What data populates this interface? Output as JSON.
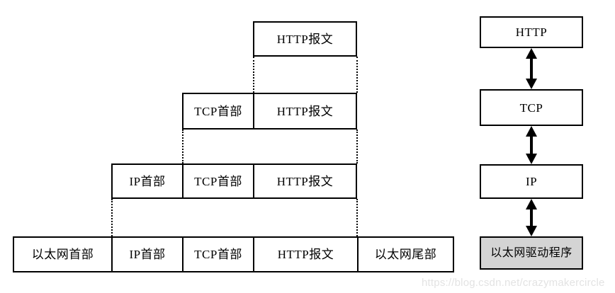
{
  "diagram": {
    "title": "TCP/IP encapsulation and protocol stack",
    "colors": {
      "line": "#000000",
      "box_fill": "#ffffff",
      "shaded_fill": "#d4d4d4",
      "watermark": "#e3e3e3"
    },
    "encapsulation": {
      "rows": [
        {
          "name": "application-layer-row",
          "cells": [
            {
              "label": "HTTP报文",
              "name": "http-message-cell"
            }
          ]
        },
        {
          "name": "transport-layer-row",
          "cells": [
            {
              "label": "TCP首部",
              "name": "tcp-header-cell"
            },
            {
              "label": "HTTP报文",
              "name": "http-message-cell"
            }
          ]
        },
        {
          "name": "network-layer-row",
          "cells": [
            {
              "label": "IP首部",
              "name": "ip-header-cell"
            },
            {
              "label": "TCP首部",
              "name": "tcp-header-cell"
            },
            {
              "label": "HTTP报文",
              "name": "http-message-cell"
            }
          ]
        },
        {
          "name": "link-layer-row",
          "cells": [
            {
              "label": "以太网首部",
              "name": "ethernet-header-cell"
            },
            {
              "label": "IP首部",
              "name": "ip-header-cell"
            },
            {
              "label": "TCP首部",
              "name": "tcp-header-cell"
            },
            {
              "label": "HTTP报文",
              "name": "http-message-cell"
            },
            {
              "label": "以太网尾部",
              "name": "ethernet-trailer-cell"
            }
          ]
        }
      ]
    },
    "stack": {
      "layers": [
        {
          "label": "HTTP",
          "name": "stack-layer-http",
          "shaded": false
        },
        {
          "label": "TCP",
          "name": "stack-layer-tcp",
          "shaded": false
        },
        {
          "label": "IP",
          "name": "stack-layer-ip",
          "shaded": false
        },
        {
          "label": "以太网驱动程序",
          "name": "stack-layer-ethernet-driver",
          "shaded": true
        }
      ],
      "connectors": [
        {
          "name": "arrow-http-tcp",
          "type": "double-headed-vertical-arrow"
        },
        {
          "name": "arrow-tcp-ip",
          "type": "double-headed-vertical-arrow"
        },
        {
          "name": "arrow-ip-ethernet",
          "type": "double-headed-vertical-arrow"
        }
      ]
    },
    "watermark": {
      "text": "https://blog.csdn.net/crazymakercircle"
    }
  }
}
